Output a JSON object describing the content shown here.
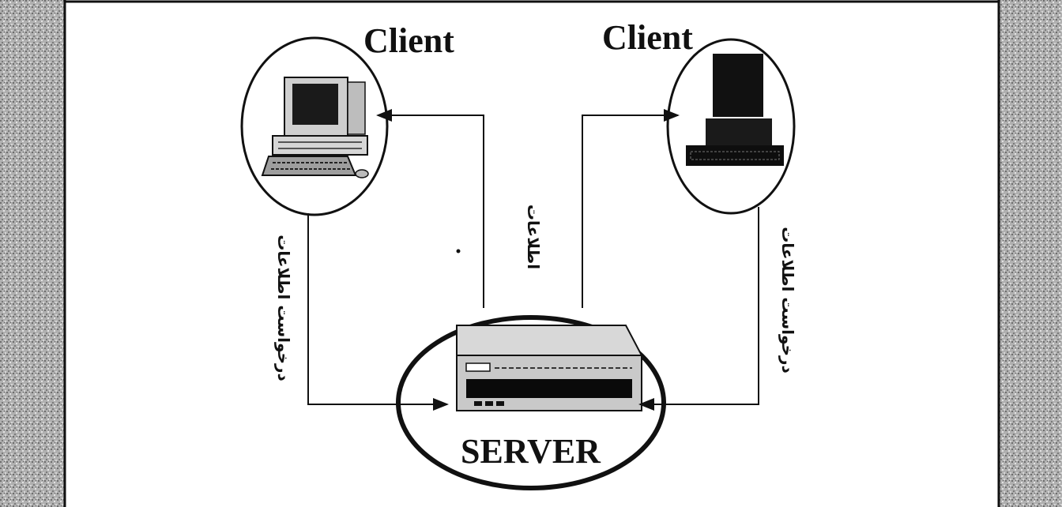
{
  "nodes": {
    "client_left": "Client",
    "client_right": "Client",
    "server": "SERVER"
  },
  "edge_labels": {
    "left_request": "درخواست اطلاعات",
    "center_info": "اطلاعات",
    "right_request": "درخواست اطلاعات"
  },
  "colors": {
    "ink": "#111111",
    "border_texture": "#9a9a9a",
    "background": "#ffffff"
  }
}
